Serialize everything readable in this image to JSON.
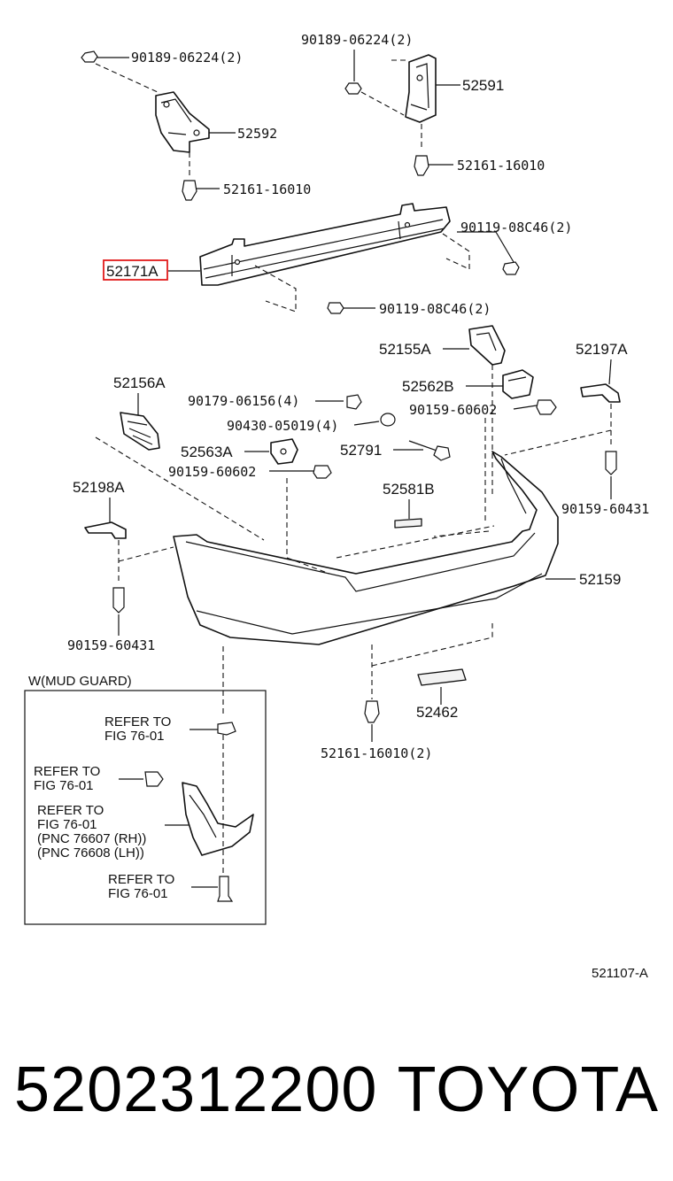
{
  "diagram_code": "521107-A",
  "footer": {
    "part_number": "5202312200",
    "brand": "TOYOTA"
  },
  "mud_guard_box": {
    "title": "W(MUD GUARD)",
    "refs": [
      {
        "line1": "REFER  TO",
        "line2": "FIG  76-01"
      },
      {
        "line1": "REFER  TO",
        "line2": "FIG  76-01"
      },
      {
        "line1": "REFER  TO",
        "line2": "FIG  76-01",
        "line3": "(PNC 76607 (RH))",
        "line4": "(PNC 76608 (LH))"
      },
      {
        "line1": "REFER  TO",
        "line2": "FIG  76-01"
      }
    ]
  },
  "labels": {
    "l_90189_left": "90189-06224(2)",
    "l_90189_right": "90189-06224(2)",
    "l_52591": "52591",
    "l_52592": "52592",
    "l_52161_left": "52161-16010",
    "l_52161_right": "52161-16010",
    "l_90119_right": "90119-08C46(2)",
    "l_52171A": "52171A",
    "l_90119_center": "90119-08C46(2)",
    "l_52155A": "52155A",
    "l_52197A": "52197A",
    "l_52156A": "52156A",
    "l_52562B": "52562B",
    "l_90179": "90179-06156(4)",
    "l_90430": "90430-05019(4)",
    "l_90159_mid": "90159-60602",
    "l_52563A": "52563A",
    "l_52791": "52791",
    "l_90159_left": "90159-60602",
    "l_52198A": "52198A",
    "l_52581B": "52581B",
    "l_90159_right": "90159-60431",
    "l_52159": "52159",
    "l_90159_bottom": "90159-60431",
    "l_52462": "52462",
    "l_52161_bottom": "52161-16010(2)"
  },
  "highlight": {
    "target": "52171A",
    "color": "#e21b1b"
  }
}
